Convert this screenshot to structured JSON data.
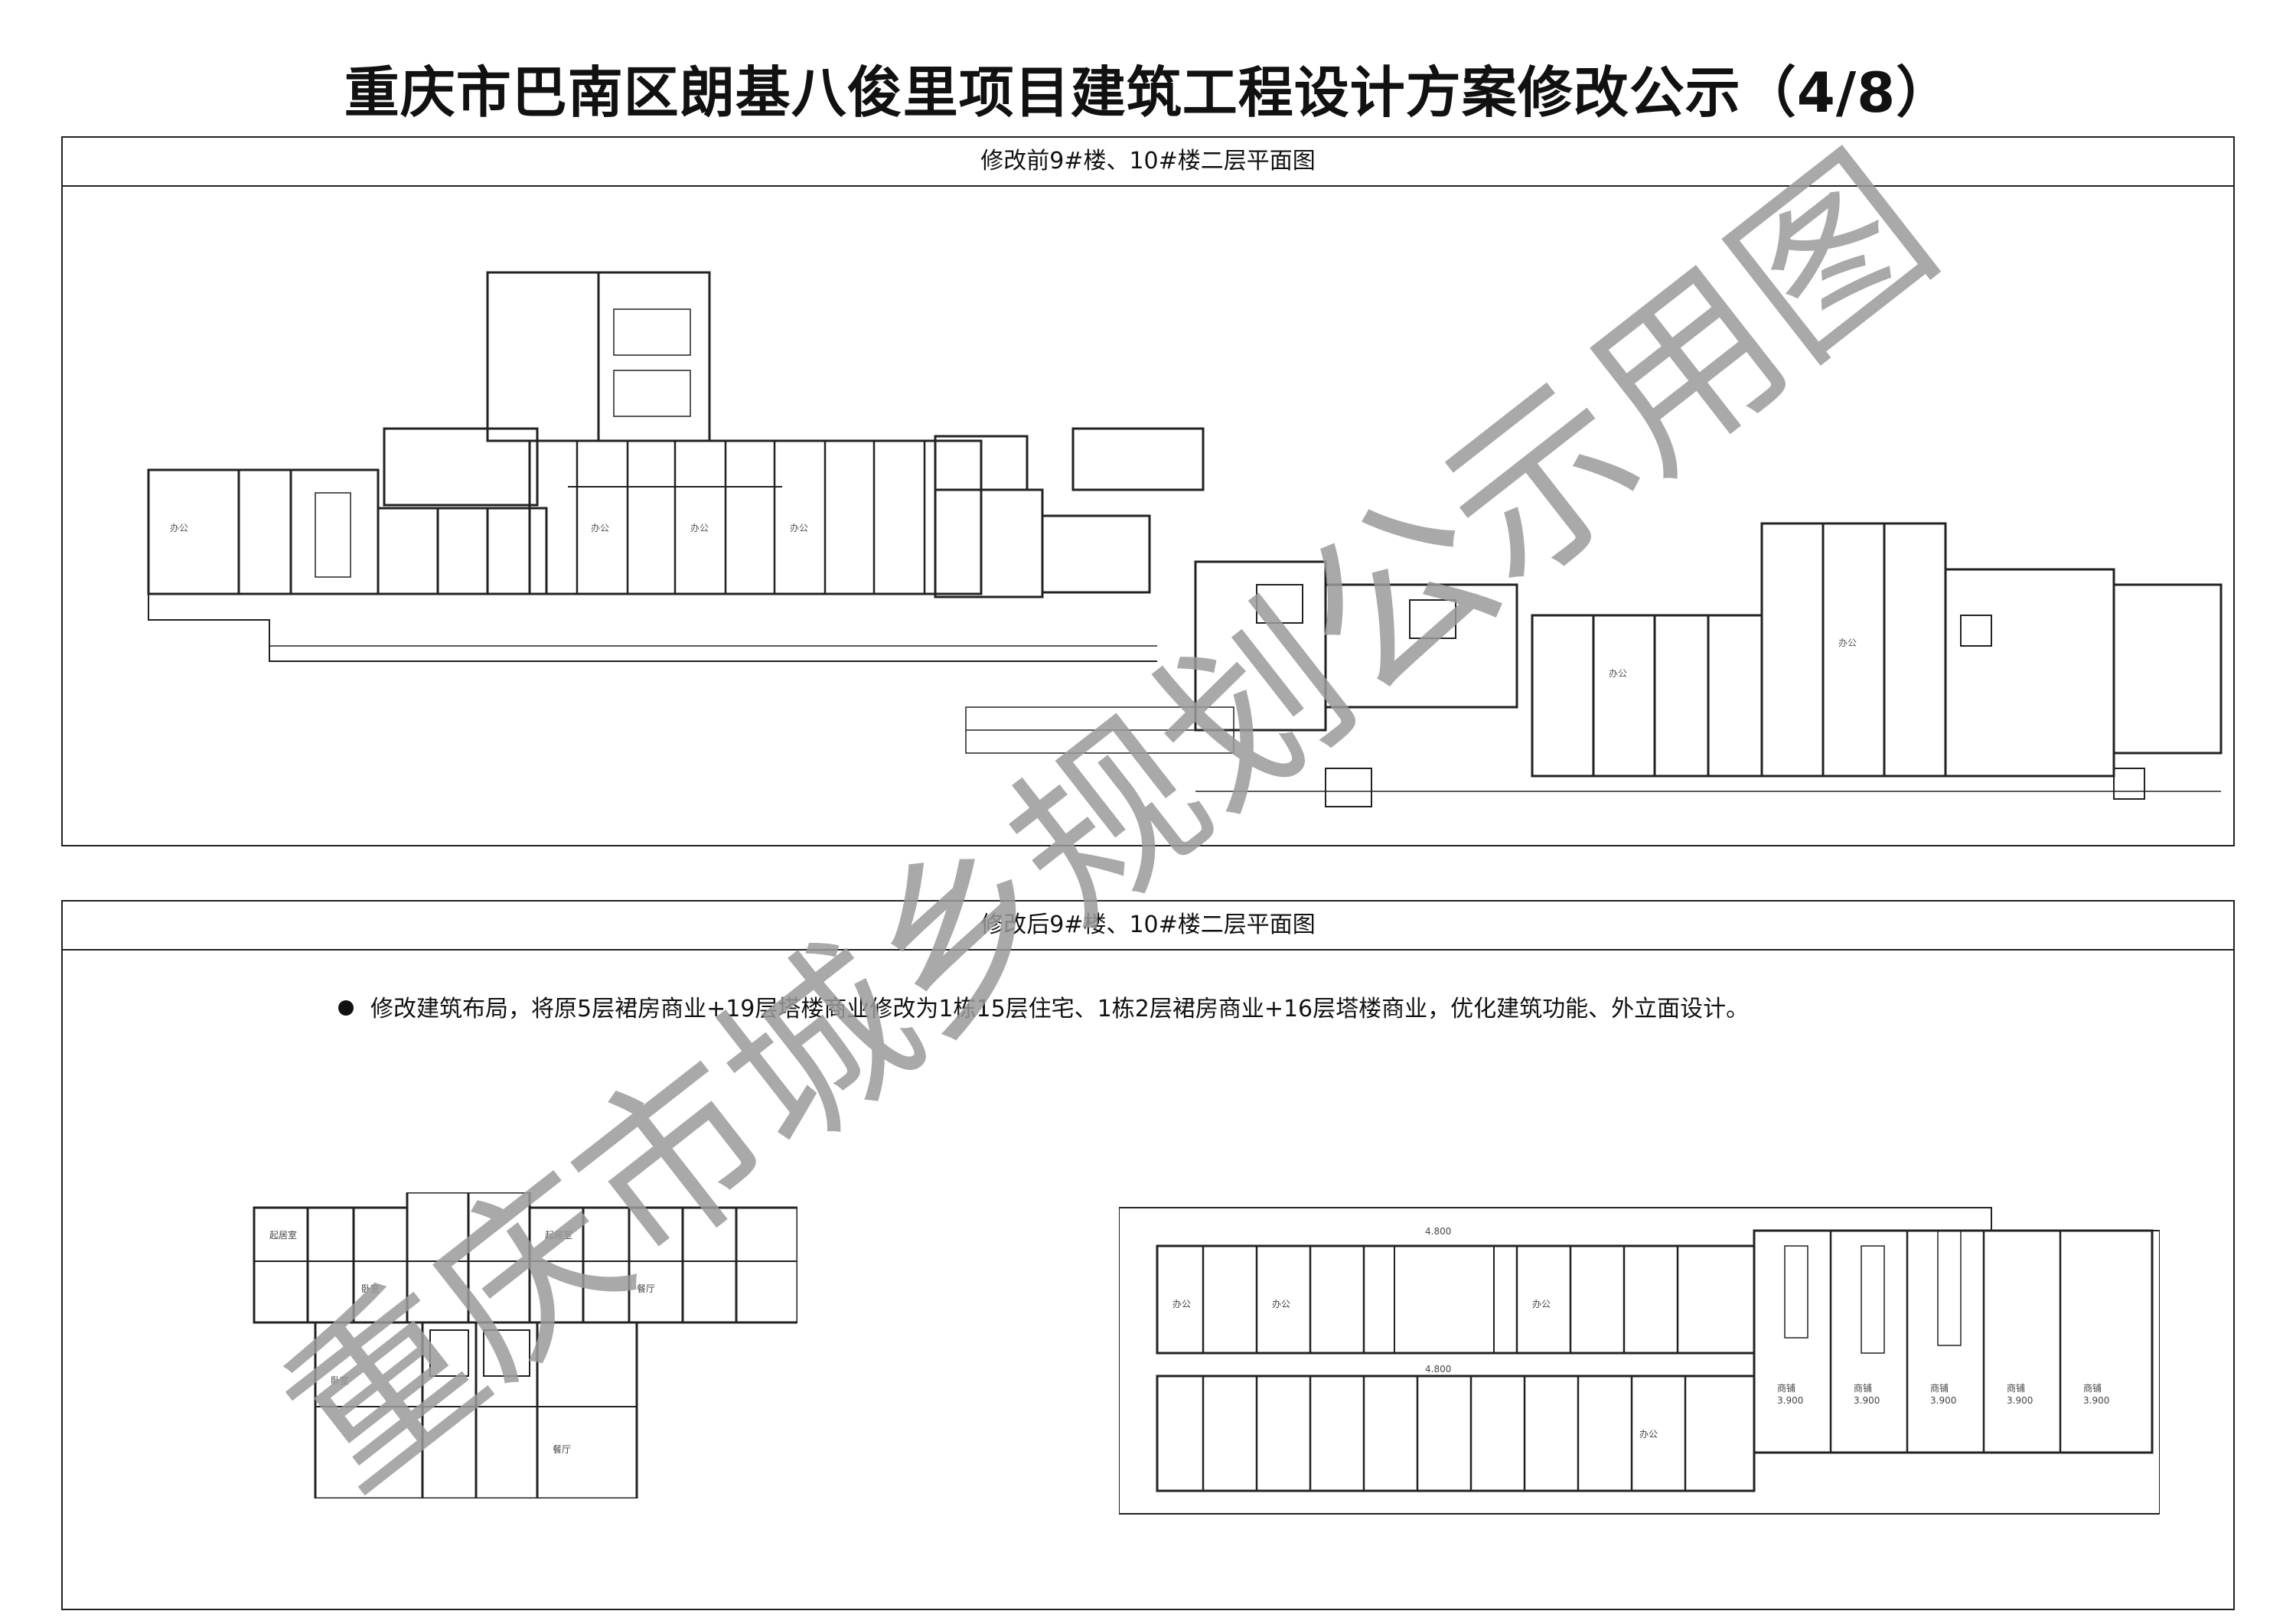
{
  "title": "重庆市巴南区朗基八俊里项目建筑工程设计方案修改公示（4/8）",
  "panels": {
    "before": {
      "heading": "修改前9#楼、10#楼二层平面图"
    },
    "after": {
      "heading": "修改后9#楼、10#楼二层平面图",
      "note": "修改建筑布局，将原5层裙房商业+19层塔楼商业修改为1栋15层住宅、1栋2层裙房商业+16层塔楼商业，优化建筑功能、外立面设计。"
    }
  },
  "plan_labels": {
    "room": "办公",
    "shop": "商铺",
    "elev_a": "4.800",
    "elev_b": "3.900",
    "res_a": "起居室",
    "res_b": "卧室",
    "res_c": "餐厅"
  },
  "watermark": "重庆市城乡规划公示用图",
  "colors": {
    "watermark": "#9a9a9a",
    "line": "#222222"
  }
}
